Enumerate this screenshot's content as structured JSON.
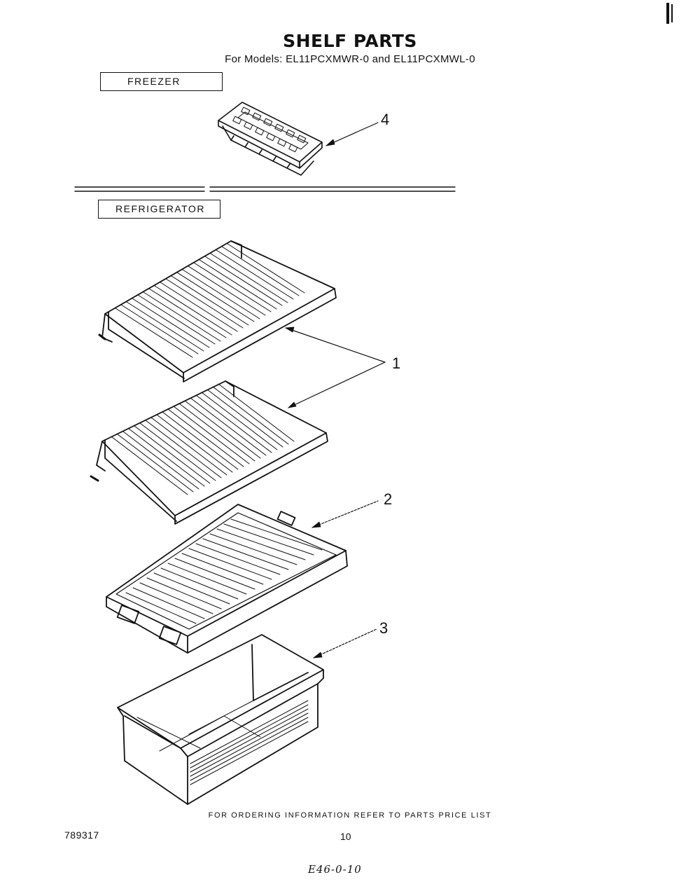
{
  "header": {
    "title": "SHELF PARTS",
    "subtitle": "For Models: EL11PCXMWR-0 and EL11PCXMWL-0"
  },
  "sections": {
    "freezer": "FREEZER",
    "refrigerator": "REFRIGERATOR"
  },
  "parts": [
    {
      "number": "4",
      "item": "ice-tray"
    },
    {
      "number": "1",
      "item": "wire-shelf"
    },
    {
      "number": "2",
      "item": "crisper-cover"
    },
    {
      "number": "3",
      "item": "crisper-pan"
    }
  ],
  "footer": {
    "ordering_note": "FOR ORDERING INFORMATION REFER TO PARTS PRICE LIST",
    "catalog_number": "789317",
    "page_number": "10",
    "handwritten_code": "E46-0-10"
  }
}
